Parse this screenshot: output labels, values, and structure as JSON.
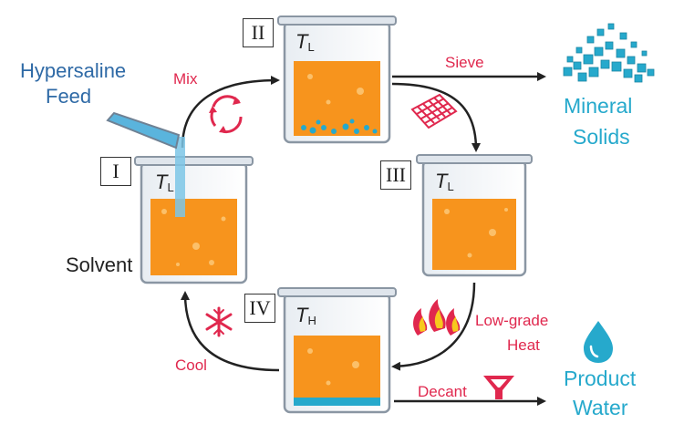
{
  "labels": {
    "feed": [
      "Hypersaline",
      "Feed"
    ],
    "mix": "Mix",
    "sieve": "Sieve",
    "mineral": [
      "Mineral",
      "Solids"
    ],
    "solvent": "Solvent",
    "heat": [
      "Low-grade",
      "Heat"
    ],
    "cool": "Cool",
    "decant": "Decant",
    "water": [
      "Product",
      "Water"
    ]
  },
  "stages": [
    {
      "id": "I",
      "temp_main": "T",
      "temp_sub": "L"
    },
    {
      "id": "II",
      "temp_main": "T",
      "temp_sub": "L"
    },
    {
      "id": "III",
      "temp_main": "T",
      "temp_sub": "L"
    },
    {
      "id": "IV",
      "temp_main": "T",
      "temp_sub": "H"
    }
  ],
  "icons": {
    "recycle": "recycle-arrows-icon",
    "sieve": "sieve-mesh-icon",
    "flame": "flame-icon",
    "snowflake": "snowflake-icon",
    "funnel": "funnel-icon",
    "droplet": "water-drop-icon",
    "crystals": "crystal-pile-icon"
  },
  "colors": {
    "solvent": "#f7941d",
    "water_blue": "#26a9cc",
    "feed_blue": "#2f6aa6",
    "accent_red": "#e0284e",
    "arrow": "#222222"
  }
}
